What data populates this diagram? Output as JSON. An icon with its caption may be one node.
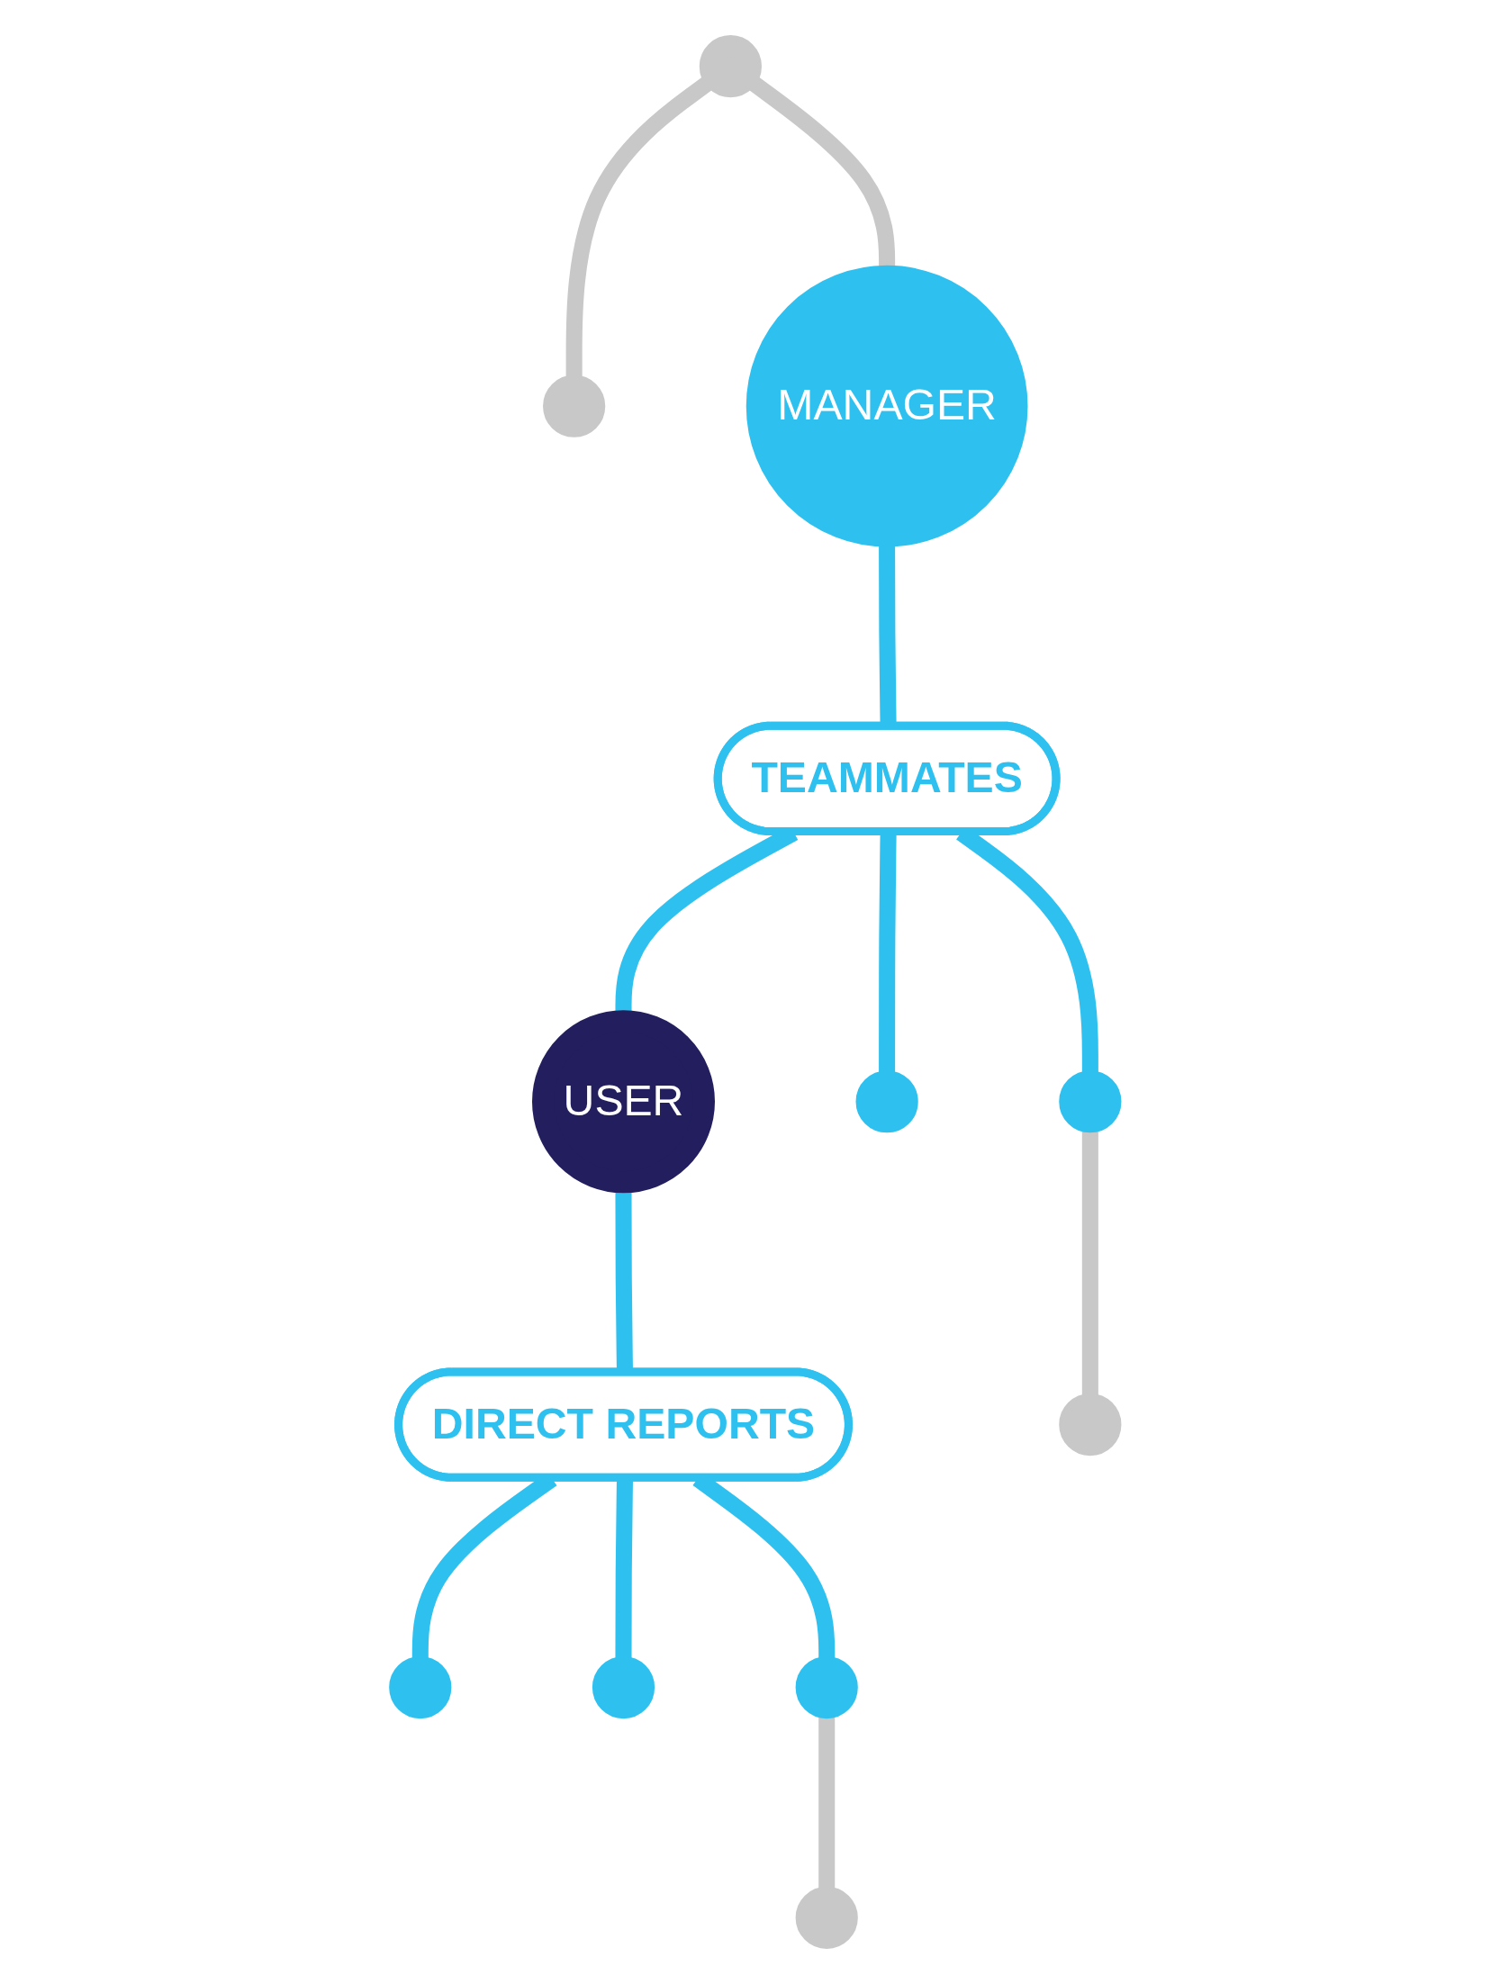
{
  "diagram": {
    "nodes": [
      {
        "text": [],
        "shape": "person"
      },
      {
        "text": [],
        "shape": "person"
      },
      {
        "text": [
          "MANAGER"
        ]
      },
      {
        "text": [
          "TEAMMATES"
        ]
      },
      {
        "text": [
          "USER"
        ]
      },
      {
        "text": [],
        "shape": "person"
      },
      {
        "text": [],
        "shape": "person"
      },
      {
        "text": [
          "DIRECT REPORTS"
        ]
      },
      {
        "text": [],
        "shape": "person"
      },
      {
        "text": [],
        "shape": "person"
      },
      {
        "text": [],
        "shape": "person"
      },
      {
        "text": [],
        "shape": "person"
      },
      {
        "text": [],
        "shape": "person"
      }
    ],
    "edges": [
      {
        "from": 0,
        "to": 1,
        "arrow": "none",
        "color": "#c8c8c8"
      },
      {
        "from": 0,
        "to": 2,
        "arrow": "none",
        "color": "#c8c8c8"
      },
      {
        "from": 2,
        "to": 3,
        "arrow": "none"
      },
      {
        "from": 3,
        "to": 4,
        "arrow": "none"
      },
      {
        "from": 3,
        "to": 5,
        "arrow": "none"
      },
      {
        "from": 3,
        "to": 6,
        "arrow": "none"
      },
      {
        "from": 4,
        "to": 7,
        "arrow": "none"
      },
      {
        "from": 7,
        "to": 8,
        "arrow": "none"
      },
      {
        "from": 7,
        "to": 9,
        "arrow": "none"
      },
      {
        "from": 7,
        "to": 10,
        "arrow": "none"
      },
      {
        "from": 6,
        "to": 11,
        "arrow": "none",
        "color": "#c8c8c8"
      },
      {
        "from": 10,
        "to": 12,
        "arrow": "none",
        "color": "#c8c8c8"
      }
    ]
  }
}
